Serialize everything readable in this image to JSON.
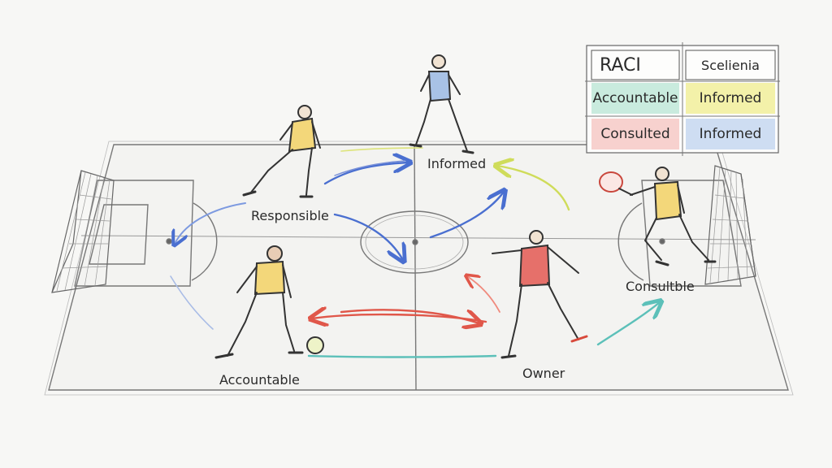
{
  "legend": {
    "header_left": "RACI",
    "header_right": "Scelienia",
    "row1_left": "Accountable",
    "row1_right": "Informed",
    "row2_left": "Consulted",
    "row2_right": "Informed",
    "colors": {
      "accountable": "#bfe8d8",
      "informed_yellow": "#f1ee9a",
      "consulted": "#f6c9c6",
      "informed_blue": "#c5d7f0"
    }
  },
  "labels": {
    "informed": "Informed",
    "responsible": "Responsible",
    "consultble": "Consultble",
    "accountable": "Accountable",
    "owner": "Owner"
  },
  "arrow_colors": {
    "blue": "#4a6fd0",
    "yellow": "#cfdc5a",
    "red": "#e0574a",
    "teal": "#5cc0b9"
  }
}
